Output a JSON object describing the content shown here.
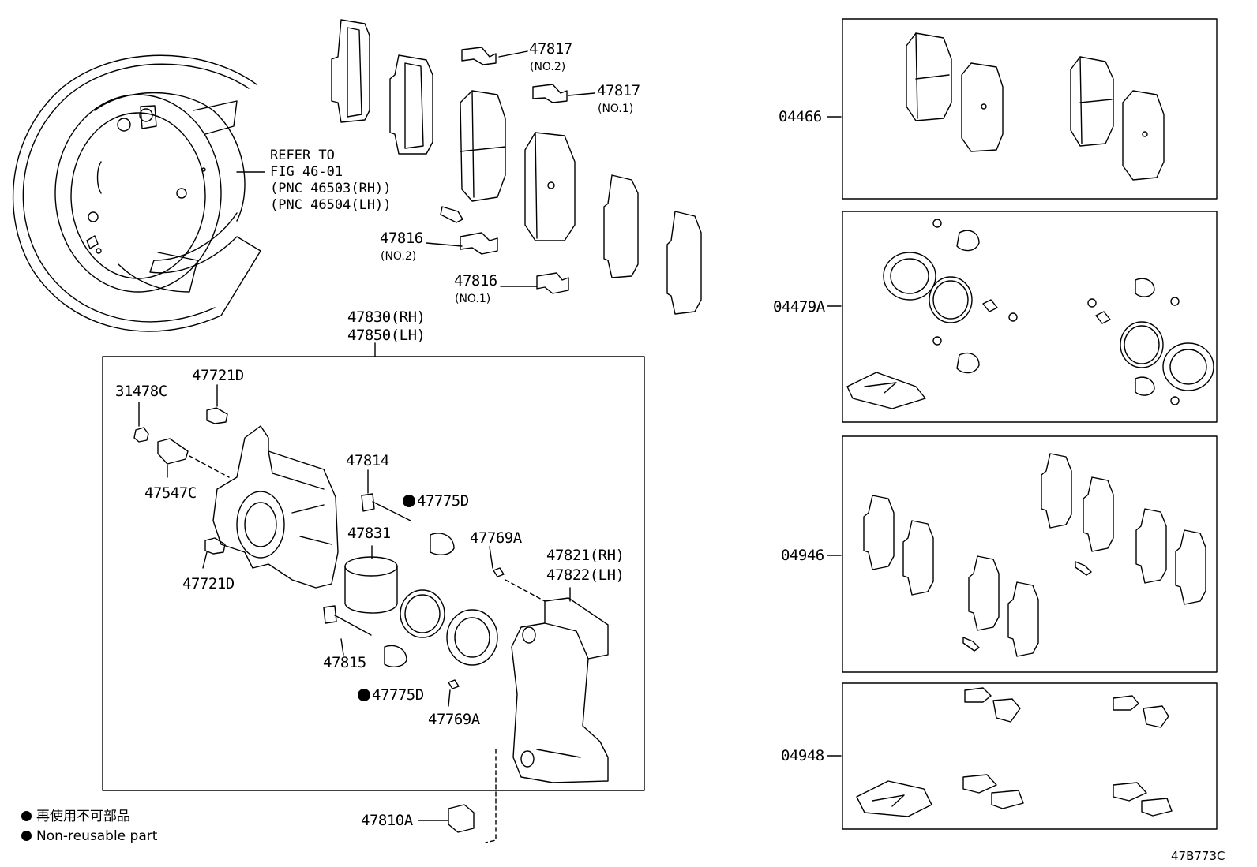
{
  "refer_text": {
    "line1": "REFER TO",
    "line2": "FIG 46-01",
    "line3": "(PNC 46503(RH))",
    "line4": "(PNC 46504(LH))"
  },
  "callouts": {
    "p47817_no2": "47817",
    "p47817_no2_sub": "(NO.2)",
    "p47817_no1": "47817",
    "p47817_no1_sub": "(NO.1)",
    "p47816_no2": "47816",
    "p47816_no2_sub": "(NO.2)",
    "p47816_no1": "47816",
    "p47816_no1_sub": "(NO.1)",
    "p47830": "47830(RH)",
    "p47850": "47850(LH)",
    "p31478c": "31478C",
    "p47721d_top": "47721D",
    "p47547c": "47547C",
    "p47721d_bottom": "47721D",
    "p47814": "47814",
    "p47775d_top": "47775D",
    "p47831": "47831",
    "p47769a_top": "47769A",
    "p47821": "47821(RH)",
    "p47822": "47822(LH)",
    "p47815": "47815",
    "p47775d_bottom": "47775D",
    "p47769a_bottom": "47769A",
    "p47810a": "47810A",
    "kit_04466": "04466",
    "kit_04479a": "04479A",
    "kit_04946": "04946",
    "kit_04948": "04948"
  },
  "legend": {
    "jp": "再使用不可部品",
    "en": "Non-reusable part"
  },
  "figure_id": "47B773C"
}
